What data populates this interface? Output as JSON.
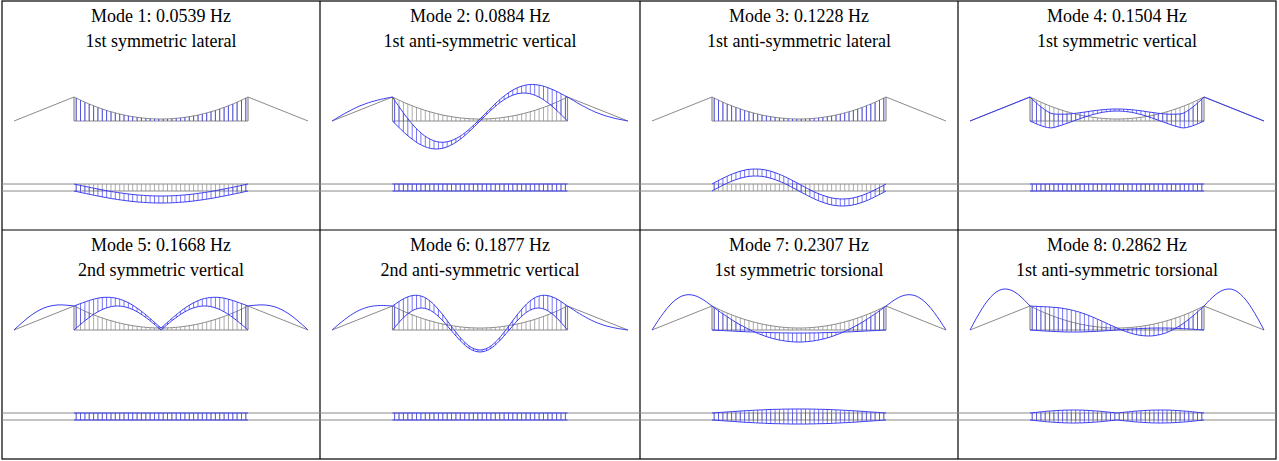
{
  "diagram": {
    "nodes": [
      {
        "text": [
          "Mode 1: 0.0539 Hz",
          "1st symmetric lateral"
        ]
      },
      {
        "text": [
          "Mode 2: 0.0884 Hz",
          "1st anti-symmetric vertical"
        ]
      },
      {
        "text": [
          "Mode 3: 0.1228 Hz",
          "1st anti-symmetric lateral"
        ]
      },
      {
        "text": [
          "Mode 4: 0.1504 Hz",
          "1st symmetric vertical"
        ]
      },
      {
        "text": [
          "Mode 5: 0.1668 Hz",
          "2nd symmetric vertical"
        ]
      },
      {
        "text": [
          "Mode 6: 0.1877 Hz",
          "2nd anti-symmetric vertical"
        ]
      },
      {
        "text": [
          "Mode 7: 0.2307 Hz",
          "1st symmetric torsional"
        ]
      },
      {
        "text": [
          "Mode 8: 0.2862 Hz",
          "1st anti-symmetric torsional"
        ]
      }
    ]
  }
}
